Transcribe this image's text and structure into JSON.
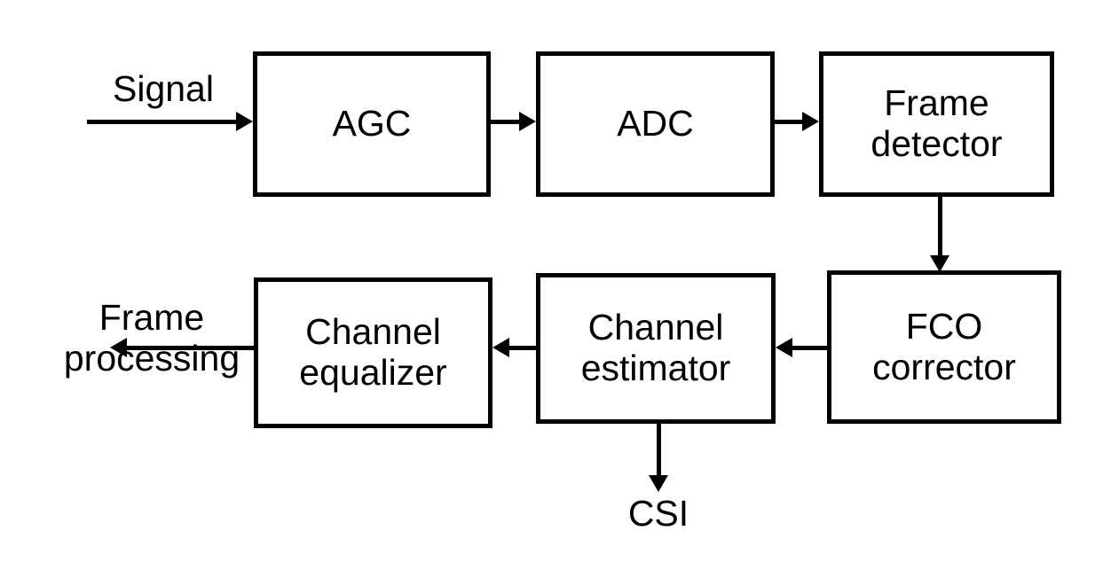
{
  "diagram": {
    "title": "OFDM receiver signal processing chain block diagram",
    "stroke_color": "#000000",
    "background_color": "#ffffff",
    "blocks": [
      {
        "id": "agc",
        "label": "AGC"
      },
      {
        "id": "adc",
        "label": "ADC"
      },
      {
        "id": "frame-detector",
        "label": "Frame\ndetector"
      },
      {
        "id": "fco-corrector",
        "label": "FCO\ncorrector"
      },
      {
        "id": "channel-estimator",
        "label": "Channel\nestimator"
      },
      {
        "id": "channel-equalizer",
        "label": "Channel\nequalizer"
      }
    ],
    "labels": [
      {
        "id": "signal",
        "text": "Signal"
      },
      {
        "id": "frame-processing",
        "text": "Frame\nprocessing"
      },
      {
        "id": "csi",
        "text": "CSI"
      }
    ],
    "connections": [
      {
        "id": "signal-to-agc",
        "from": "signal",
        "to": "agc",
        "direction": "right"
      },
      {
        "id": "agc-to-adc",
        "from": "agc",
        "to": "adc",
        "direction": "right"
      },
      {
        "id": "adc-to-frame-detector",
        "from": "adc",
        "to": "frame-detector",
        "direction": "right"
      },
      {
        "id": "frame-detector-to-fco",
        "from": "frame-detector",
        "to": "fco-corrector",
        "direction": "down"
      },
      {
        "id": "fco-to-channel-estimator",
        "from": "fco-corrector",
        "to": "channel-estimator",
        "direction": "left"
      },
      {
        "id": "channel-estimator-to-equalizer",
        "from": "channel-estimator",
        "to": "channel-equalizer",
        "direction": "left"
      },
      {
        "id": "equalizer-to-frame-processing",
        "from": "channel-equalizer",
        "to": "frame-processing",
        "direction": "left"
      },
      {
        "id": "channel-estimator-to-csi",
        "from": "channel-estimator",
        "to": "csi",
        "direction": "down"
      }
    ]
  }
}
